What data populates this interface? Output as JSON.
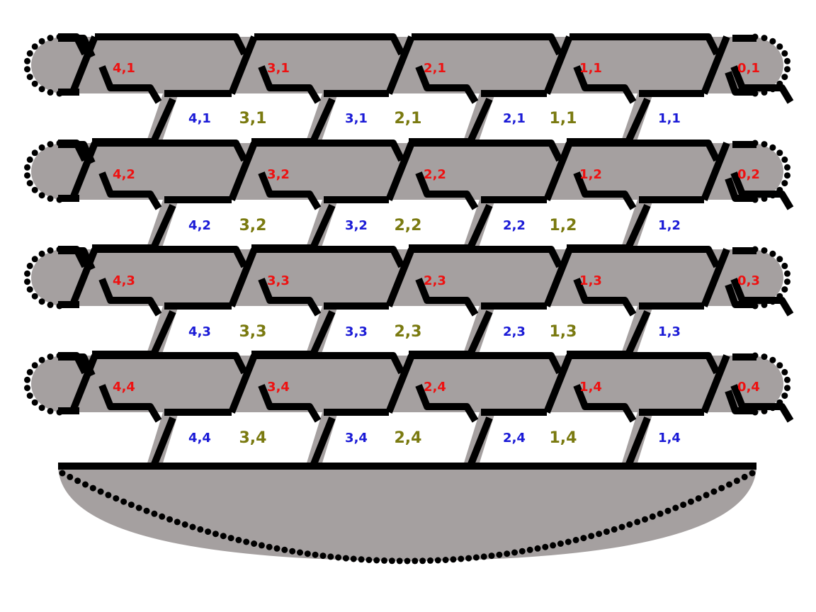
{
  "colors": {
    "fill": "#a5a0a0",
    "stroke": "#000000",
    "red": "#ee1111",
    "blue": "#1a1ad6",
    "olive": "#7a7a10",
    "background": "#ffffff"
  },
  "rows": [
    {
      "red": [
        "4,1",
        "3,1",
        "2,1",
        "1,1",
        "0,1"
      ],
      "blue": [
        "4,1",
        "3,1",
        "2,1",
        "1,1"
      ],
      "olive": [
        "3,1",
        "2,1",
        "1,1"
      ]
    },
    {
      "red": [
        "4,2",
        "3,2",
        "2,2",
        "1,2",
        "0,2"
      ],
      "blue": [
        "4,2",
        "3,2",
        "2,2",
        "1,2"
      ],
      "olive": [
        "3,2",
        "2,2",
        "1,2"
      ]
    },
    {
      "red": [
        "4,3",
        "3,3",
        "2,3",
        "1,3",
        "0,3"
      ],
      "blue": [
        "4,3",
        "3,3",
        "2,3",
        "1,3"
      ],
      "olive": [
        "3,3",
        "2,3",
        "1,3"
      ]
    },
    {
      "red": [
        "4,4",
        "3,4",
        "2,4",
        "1,4",
        "0,4"
      ],
      "blue": [
        "4,4",
        "3,4",
        "2,4",
        "1,4"
      ],
      "olive": [
        "3,4",
        "2,4",
        "1,4"
      ]
    }
  ]
}
